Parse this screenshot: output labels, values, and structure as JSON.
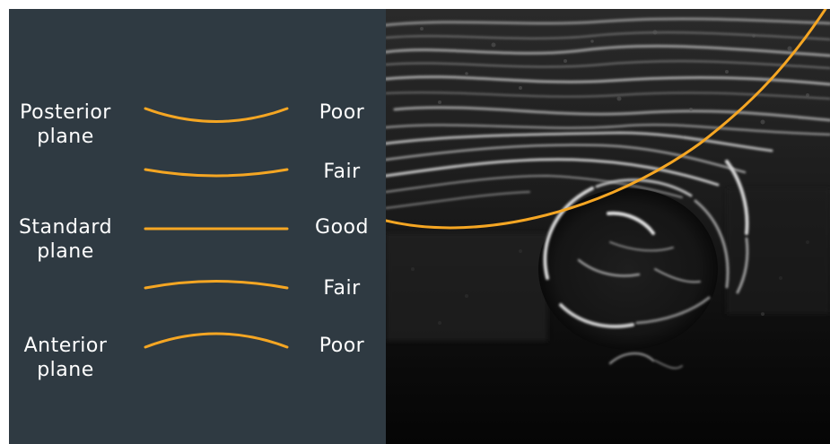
{
  "rows": [
    {
      "plane": [
        "Posterior",
        "plane"
      ],
      "quality": "Poor",
      "curve": "concave-strong"
    },
    {
      "plane": [],
      "quality": "Fair",
      "curve": "concave-slight"
    },
    {
      "plane": [
        "Standard",
        "plane"
      ],
      "quality": "Good",
      "curve": "flat"
    },
    {
      "plane": [],
      "quality": "Fair",
      "curve": "convex-slight"
    },
    {
      "plane": [
        "Anterior",
        "plane"
      ],
      "quality": "Poor",
      "curve": "convex-strong"
    }
  ],
  "colors": {
    "panel_background": "#2f3a42",
    "curve": "#f5a623",
    "text": "#ffffff",
    "ultrasound_background": "#0b0b0b"
  }
}
